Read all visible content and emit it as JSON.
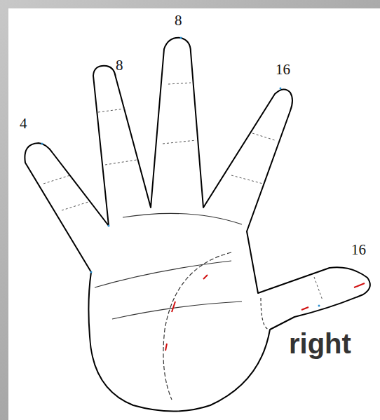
{
  "diagram": {
    "labels": [
      "4",
      "8",
      "8",
      "16",
      "16",
      "right"
    ]
  }
}
